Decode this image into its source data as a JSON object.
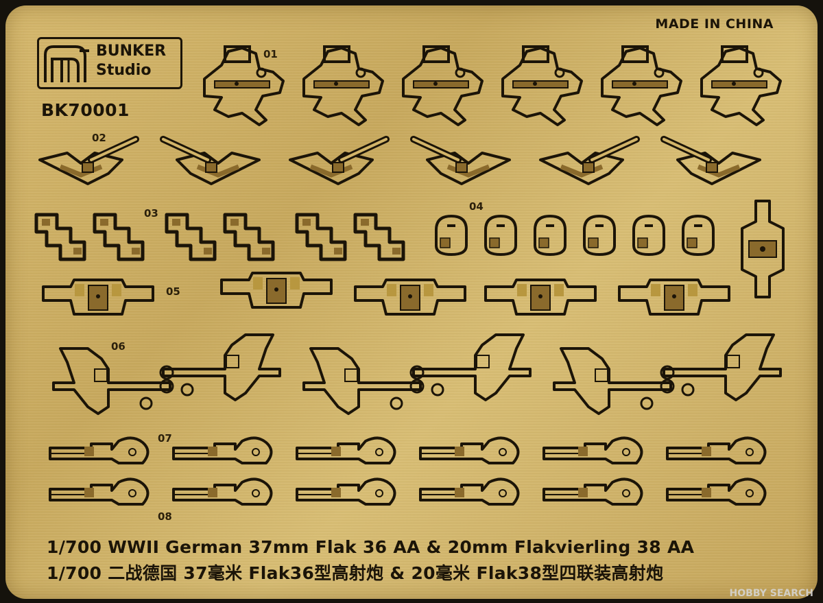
{
  "brand": {
    "name": "BUNKER",
    "sub": "Studio"
  },
  "product_code": "BK70001",
  "origin": "MADE IN CHINA",
  "part_numbers": [
    "01",
    "02",
    "03",
    "04",
    "05",
    "06",
    "07",
    "08"
  ],
  "caption_en": "1/700 WWII German 37mm Flak 36 AA & 20mm Flakvierling 38 AA",
  "caption_zh": "1/700 二战德国 37毫米 Flak36型高射炮 & 20毫米 Flak38型四联装高射炮",
  "watermark": "HOBBY SEARCH",
  "colors": {
    "brass": "#cfb064",
    "etch_line": "#1b1408",
    "etched_half": "#8a6a2c"
  }
}
